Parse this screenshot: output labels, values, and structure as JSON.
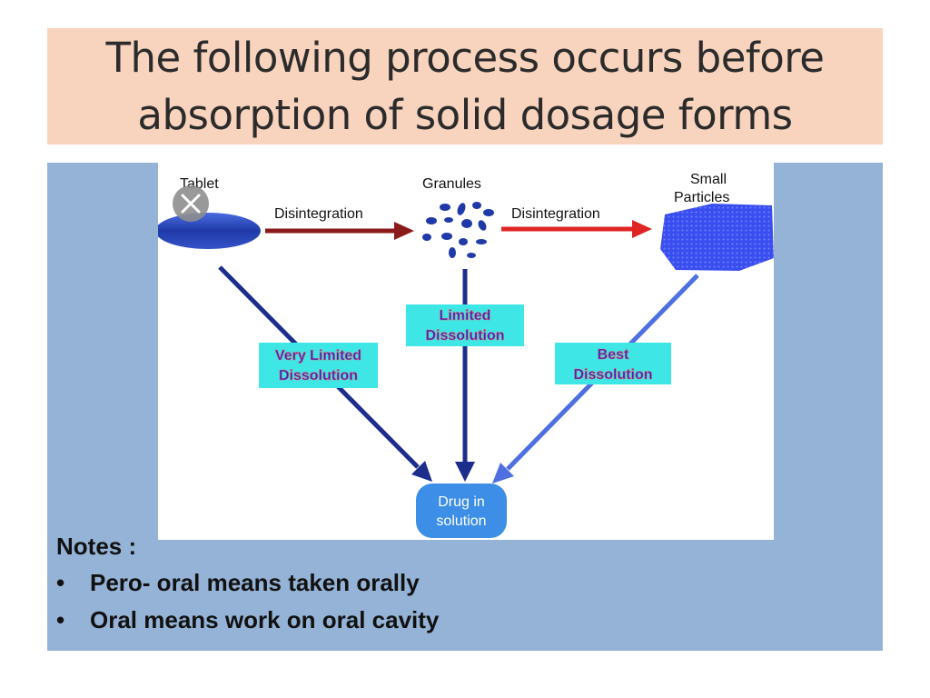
{
  "title": {
    "line1": "The following process occurs before",
    "line2": "absorption of solid dosage forms"
  },
  "diagram": {
    "nodes": {
      "tablet": "Tablet",
      "granules": "Granules",
      "small_particles_line1": "Small",
      "small_particles_line2": "Particles",
      "drug_solution_line1": "Drug in",
      "drug_solution_line2": "solution"
    },
    "edges": {
      "tablet_to_granules": "Disintegration",
      "granules_to_particles": "Disintegration"
    },
    "dissolution_labels": {
      "tablet_line1": "Very Limited",
      "tablet_line2": "Dissolution",
      "granules_line1": "Limited",
      "granules_line2": "Dissolution",
      "particles_line1": "Best",
      "particles_line2": "Dissolution"
    },
    "colors": {
      "disintegration_arrow_1": "#8b1a1a",
      "disintegration_arrow_2": "#e02424",
      "dissolution_arrow_dark": "#1c2d8c",
      "dissolution_arrow_light": "#4d6fe0",
      "label_box": "#3fe6e6",
      "label_text": "#1a2fd0",
      "drug_solution_fill": "#3c8ee6"
    }
  },
  "notes": {
    "heading": "Notes :",
    "items": [
      {
        "bullet": "•",
        "text": "Pero- oral means taken orally"
      },
      {
        "bullet": "•",
        "text": "Oral means work on oral cavity"
      }
    ]
  }
}
